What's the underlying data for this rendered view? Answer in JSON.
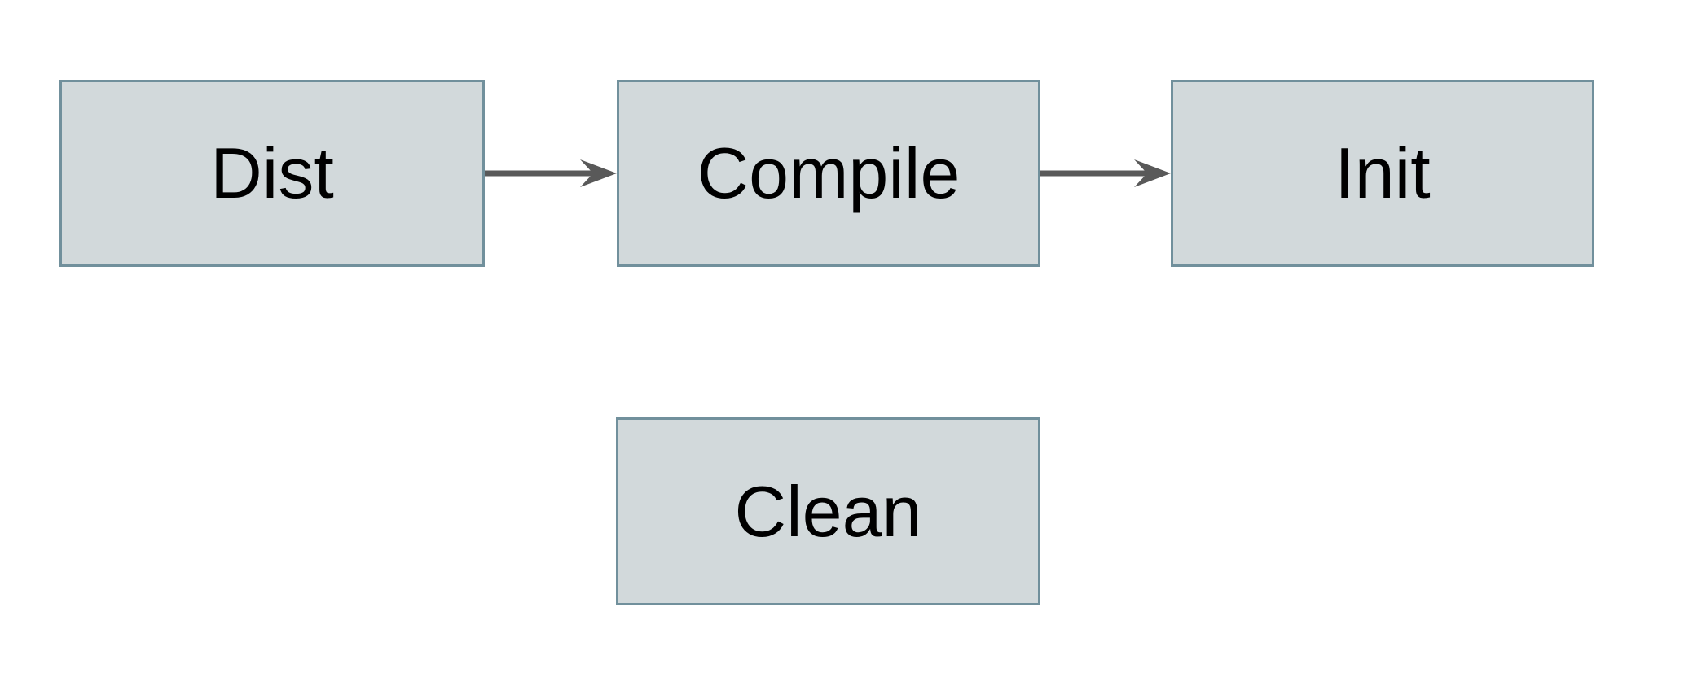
{
  "diagram": {
    "type": "flowchart",
    "nodes": [
      {
        "id": "dist",
        "label": "Dist"
      },
      {
        "id": "compile",
        "label": "Compile"
      },
      {
        "id": "init",
        "label": "Init"
      },
      {
        "id": "clean",
        "label": "Clean"
      }
    ],
    "edges": [
      {
        "from": "Dist",
        "to": "Compile",
        "style": "arrow"
      },
      {
        "from": "Compile",
        "to": "Init",
        "style": "arrow"
      }
    ],
    "colors": {
      "background": "#ffffff",
      "node_fill": "#d2d9db",
      "node_border": "#71909c",
      "arrow": "#595959",
      "text": "#000000"
    }
  }
}
